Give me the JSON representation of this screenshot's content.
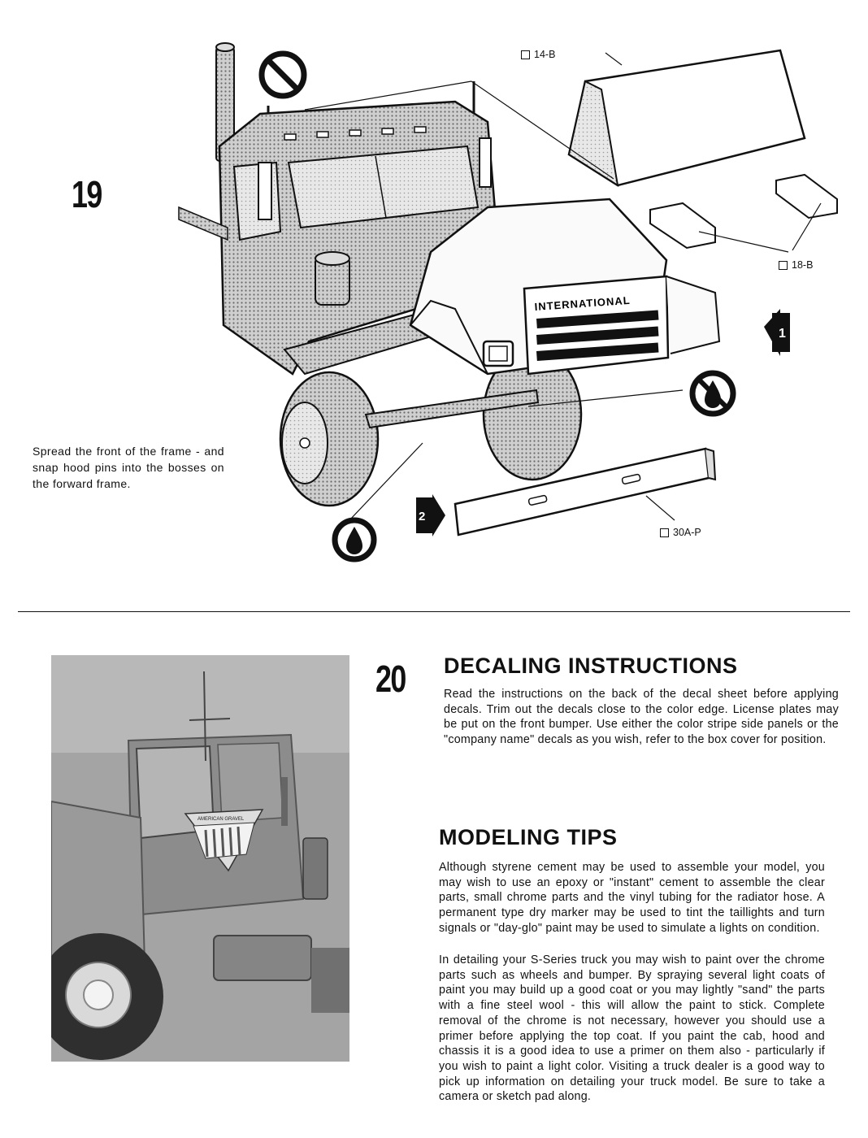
{
  "step19": {
    "number": "19",
    "caption": "Spread the front of the frame - and snap hood pins into the bosses on the forward frame.",
    "parts": [
      {
        "label": "14-B"
      },
      {
        "label": "18-B"
      },
      {
        "label": "30A-P"
      }
    ],
    "grille_text": "INTERNATIONAL",
    "arrow_labels": [
      "1",
      "2"
    ]
  },
  "step20": {
    "number": "20",
    "photo_logo_text": "AMERICAN GRAVEL",
    "sections": [
      {
        "title": "DECALING INSTRUCTIONS",
        "text": "Read the instructions on the back of the decal sheet before applying decals. Trim out the decals close to the color edge. License plates may be put on the front bumper. Use either the color stripe side panels or the \"company name\" decals as you wish, refer to the box cover for position."
      },
      {
        "title": "MODELING TIPS",
        "text": "Although styrene cement may be used to assemble your model, you may wish to use an epoxy or \"instant\" cement to assemble the clear parts, small chrome parts and the vinyl tubing for the radiator hose. A permanent type dry marker may be used to tint the taillights and turn signals or \"day-glo\" paint may be used to simulate a lights on condition.",
        "text2": "In detailing your S-Series truck you may wish to paint over the chrome parts such as wheels and bumper. By spraying several light coats of paint you may build up a good coat or you may lightly \"sand\" the parts with a fine steel wool - this will allow the paint to stick. Complete removal of the chrome is not necessary, however you should use a primer before applying the top coat. If you paint the cab, hood and chassis it is a good idea to use a primer on them also - particularly if you wish to paint a light color. Visiting a truck dealer is a good way to pick up information on detailing your truck model. Be sure to take a camera or sketch pad along."
      }
    ]
  }
}
